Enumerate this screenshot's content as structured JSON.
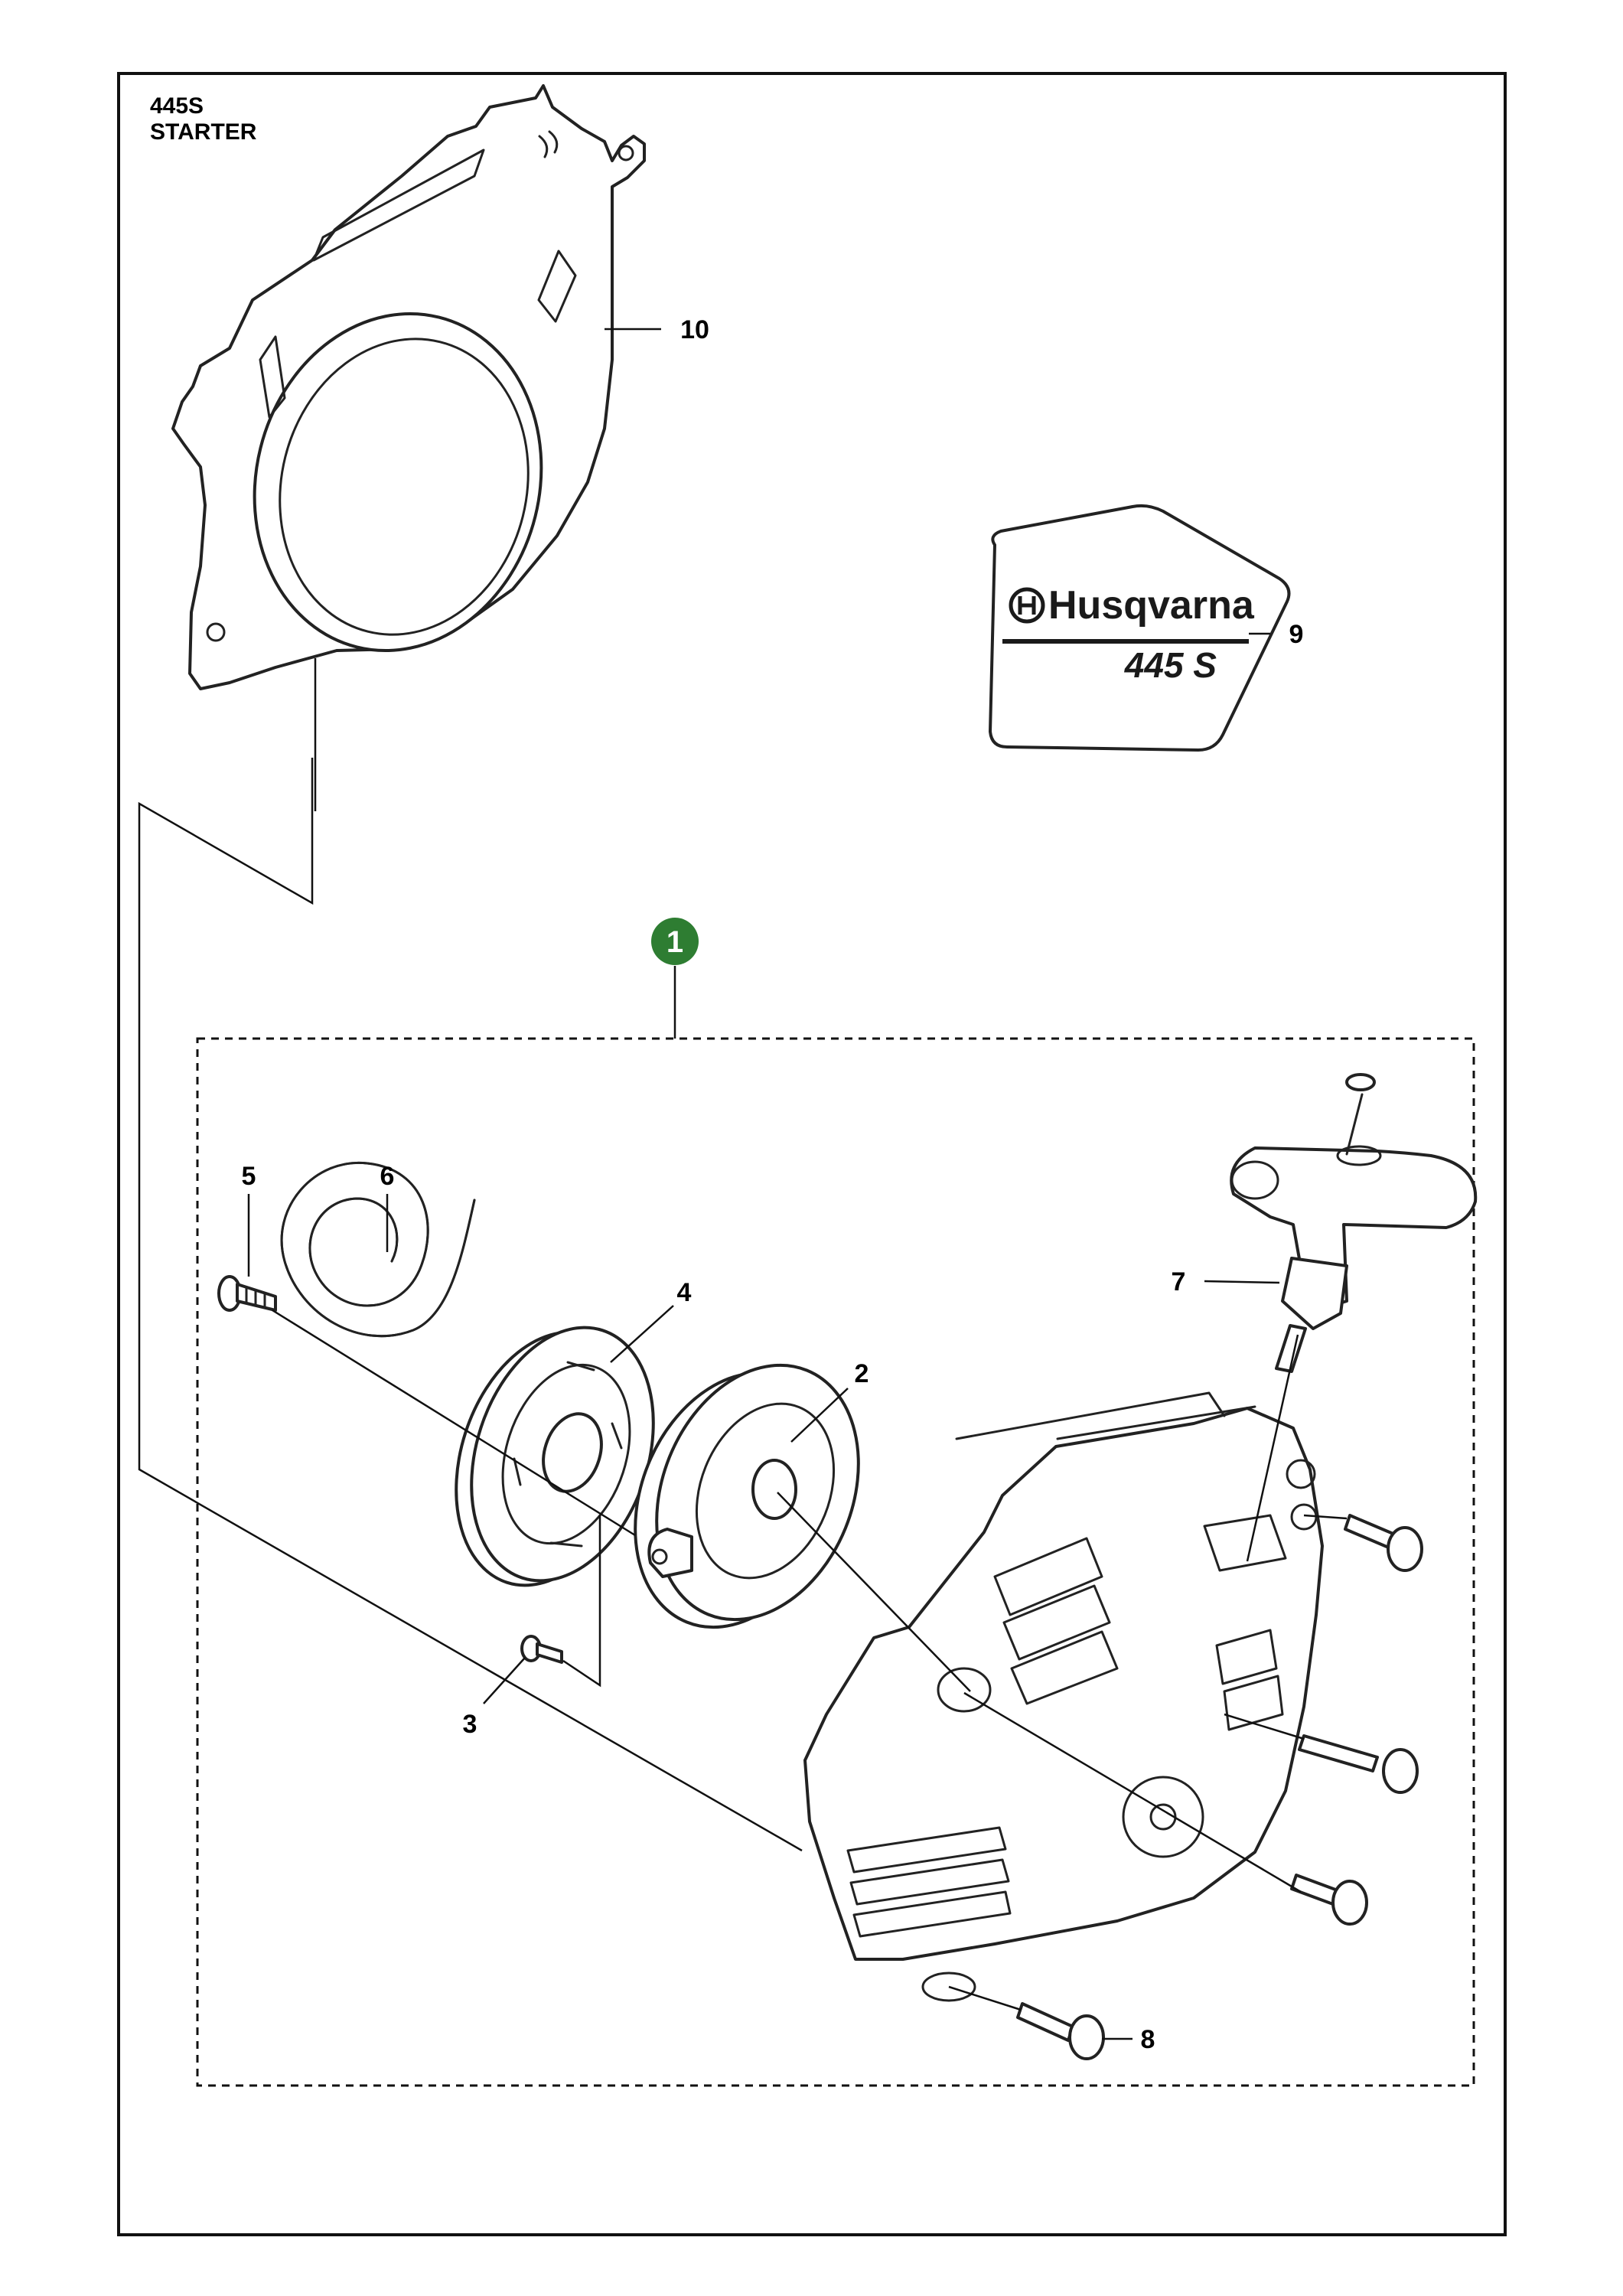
{
  "title": {
    "model": "445S",
    "section": "STARTER"
  },
  "assembly_badge": {
    "label": "1",
    "color": "#2e7d32"
  },
  "decal": {
    "brand": "Husqvarna",
    "model": "445 S",
    "logo_icon": "husqvarna-crowned-h-icon"
  },
  "callouts": {
    "starter_housing": "1",
    "pulley": "2",
    "screw_small": "3",
    "spring_cassette": "4",
    "screw_center": "5",
    "starter_cord": "6",
    "handle": "7",
    "housing_screws": "8",
    "decal": "9",
    "air_guide": "10"
  },
  "colors": {
    "line": "#222222",
    "badge": "#2e7d32",
    "frame": "#111111"
  }
}
